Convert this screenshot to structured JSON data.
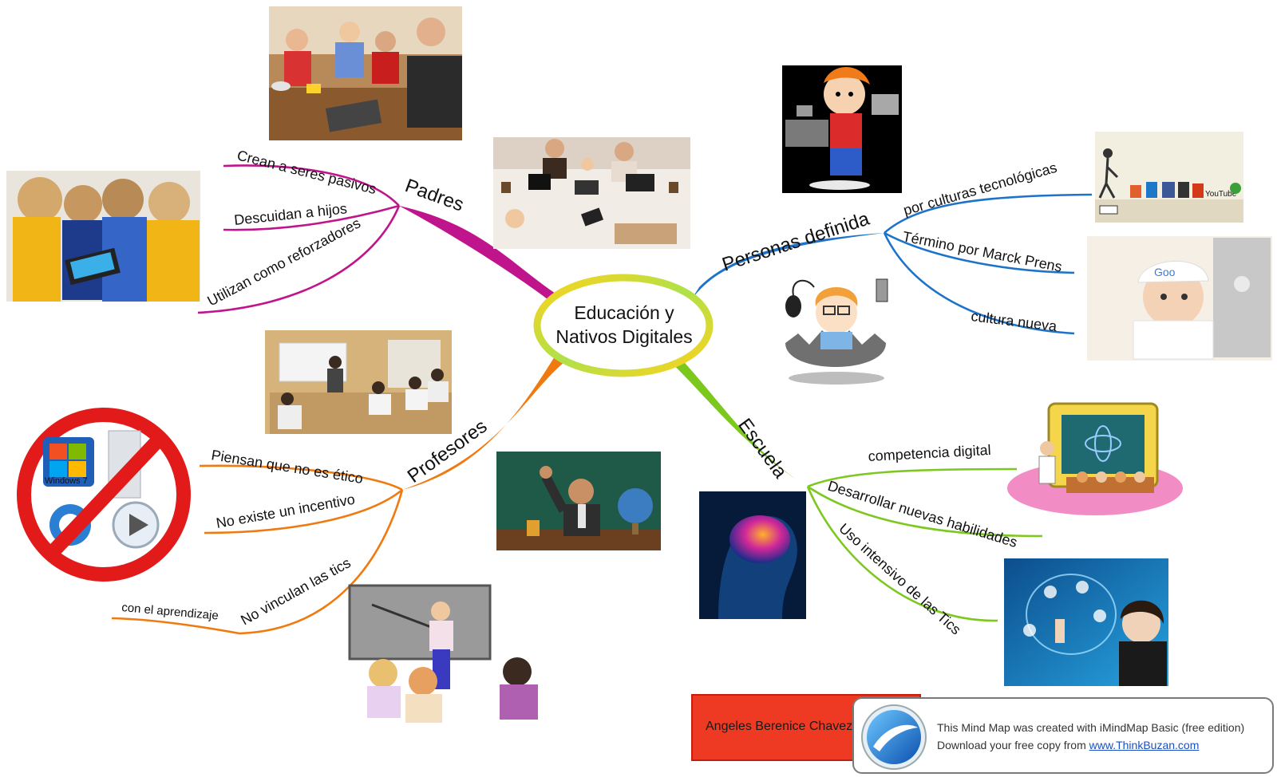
{
  "center": {
    "line1": "Educación y",
    "line2": "Nativos Digitales"
  },
  "branches": {
    "padres": {
      "label": "Padres",
      "color": "#c0148c",
      "children": [
        "Crean a seres pasivos",
        "Descuidan a hijos",
        "Utilizan como reforzadores"
      ]
    },
    "personas": {
      "label": "Personas definida",
      "color": "#1d73c9",
      "children": [
        "por culturas tecnológicas",
        "Término por Marck Prens",
        "cultura nueva"
      ]
    },
    "profesores": {
      "label": "Profesores",
      "color": "#f07a10",
      "children": [
        "Piensan que no es ético",
        "No existe un incentivo",
        "No vinculan las tics"
      ],
      "subchild": "con el aprendizaje"
    },
    "escuela": {
      "label": "Escuela",
      "color": "#7cc81e",
      "children": [
        "competencia digital",
        "Desarrollar nuevas habilidades",
        "Uso intensivo de las Tics"
      ]
    }
  },
  "pictures": {
    "no_win_text": "Windows 7",
    "social_text": "YouTube"
  },
  "author": "Angeles Berenice Chavez",
  "notice": {
    "line1": "This Mind Map was created with iMindMap Basic (free edition)",
    "line2_prefix": "Download your free copy from ",
    "link": "www.ThinkBuzan.com"
  }
}
